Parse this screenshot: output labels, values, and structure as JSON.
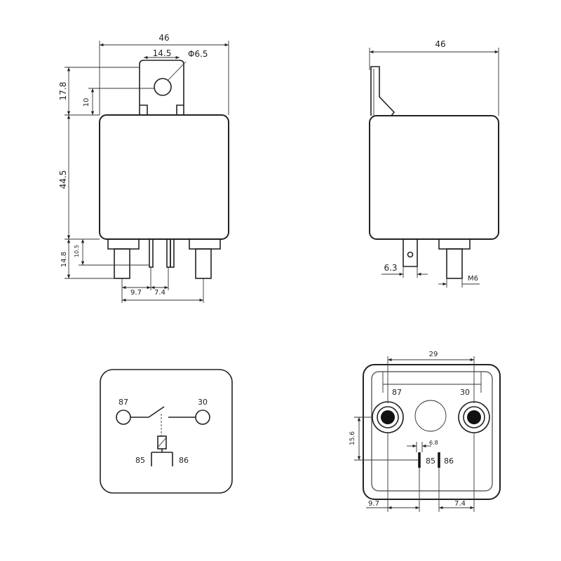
{
  "front_view": {
    "width": "46",
    "tab_width": "14.5",
    "hole_diameter": "Φ6.5",
    "tab_height": "17.8",
    "hole_offset": "10",
    "body_height": "44.5",
    "pin_length": "14.8",
    "pin_short": "10.5",
    "pin_spacing_a": "9.7",
    "pin_spacing_b": "7.4"
  },
  "side_view": {
    "width": "46",
    "tab_width": "6.3",
    "thread": "M6"
  },
  "schematic": {
    "label_87": "87",
    "label_30": "30",
    "label_85": "85",
    "label_86": "86"
  },
  "bottom_view": {
    "width": "29",
    "label_87": "87",
    "label_30": "30",
    "label_85": "85",
    "label_86": "86",
    "offset_v": "15.6",
    "gap": "6.8",
    "spacing_a": "9.7",
    "spacing_b": "7.4"
  }
}
